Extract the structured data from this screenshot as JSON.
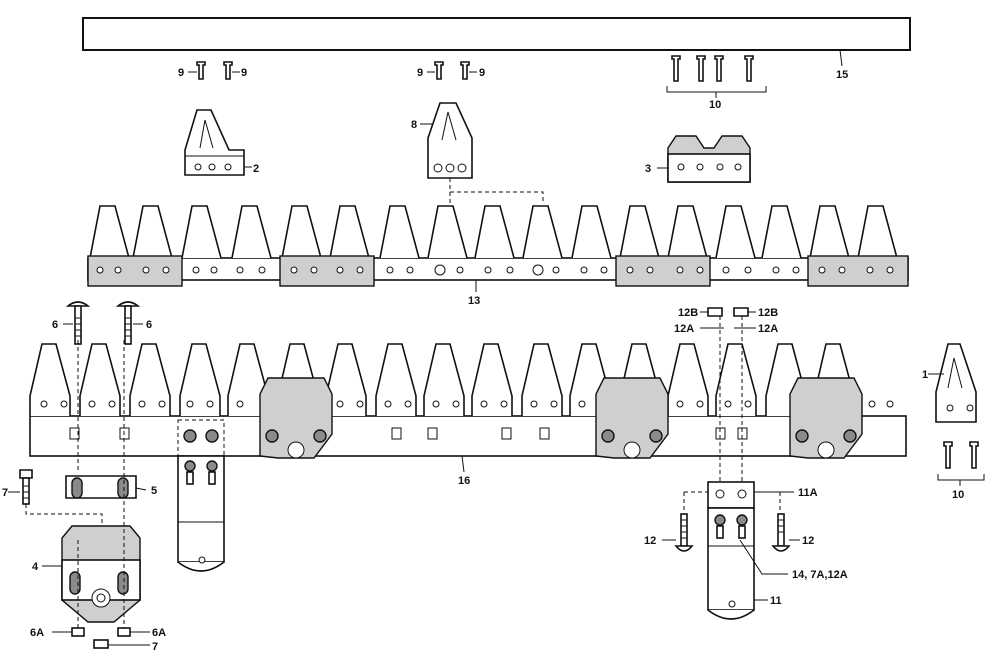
{
  "labels": {
    "l1": "1",
    "l2": "2",
    "l3": "3",
    "l4": "4",
    "l5": "5",
    "l6a": "6",
    "l6b": "6",
    "l6A_left": "6A",
    "l6A_right": "6A",
    "l7_top": "7",
    "l7_bottom": "7",
    "l8": "8",
    "l9_a": "9",
    "l9_b": "9",
    "l9_c": "9",
    "l9_d": "9",
    "l10_top": "10",
    "l10_right": "10",
    "l11": "11",
    "l11A": "11A",
    "l12_left": "12",
    "l12_right": "12",
    "l12A_left": "12A",
    "l12A_right": "12A",
    "l12B_left": "12B",
    "l12B_right": "12B",
    "l13": "13",
    "l14": "14, 7A,12A",
    "l15": "15",
    "l16": "16"
  }
}
